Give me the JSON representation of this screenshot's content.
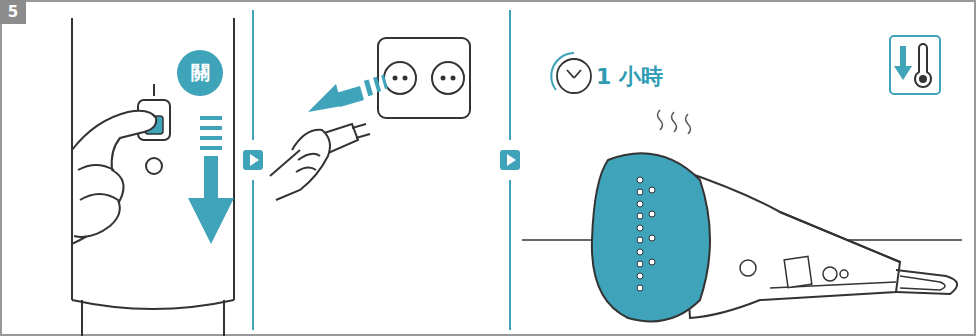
{
  "diagram": {
    "nodes": [
      {
        "text": [
          "5"
        ]
      },
      {
        "text": [
          "關"
        ]
      }
    ],
    "labels": [
      "1 小時"
    ]
  }
}
